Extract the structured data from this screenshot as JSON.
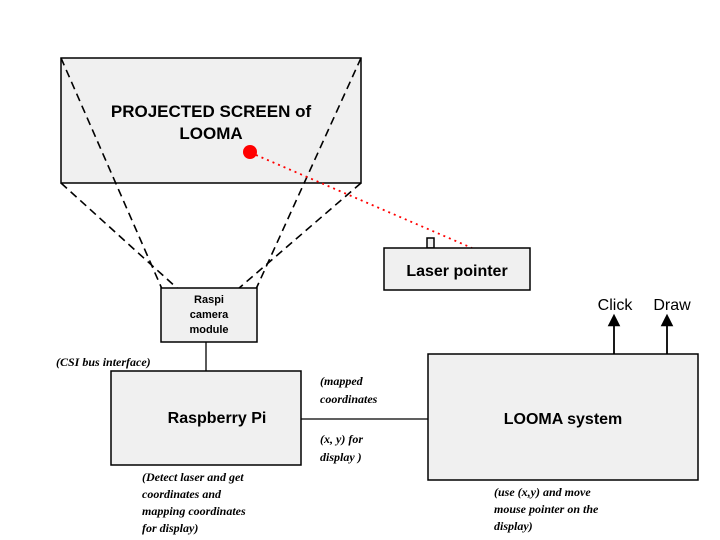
{
  "screen": {
    "line1": "PROJECTED SCREEN of",
    "line2": "LOOMA"
  },
  "laser": {
    "label": "Laser pointer",
    "dot_color": "#ff0000"
  },
  "camera": {
    "line1": "Raspi",
    "line2": "camera",
    "line3": "module"
  },
  "csi": {
    "label": "(CSI bus interface)"
  },
  "pi": {
    "label": "Raspberry Pi"
  },
  "pi_note": {
    "line1": "(Detect laser and get",
    "line2": "coordinates and",
    "line3": "mapping coordinates",
    "line4": "for display)"
  },
  "link_note": {
    "line1": "(mapped",
    "line2": "coordinates",
    "line3": "(x, y) for",
    "line4": "display )"
  },
  "looma": {
    "label": "LOOMA system"
  },
  "looma_note": {
    "line1": "(use (x,y) and move",
    "line2": "mouse pointer on the",
    "line3": "display)"
  },
  "outputs": {
    "click": "Click",
    "draw": "Draw"
  }
}
